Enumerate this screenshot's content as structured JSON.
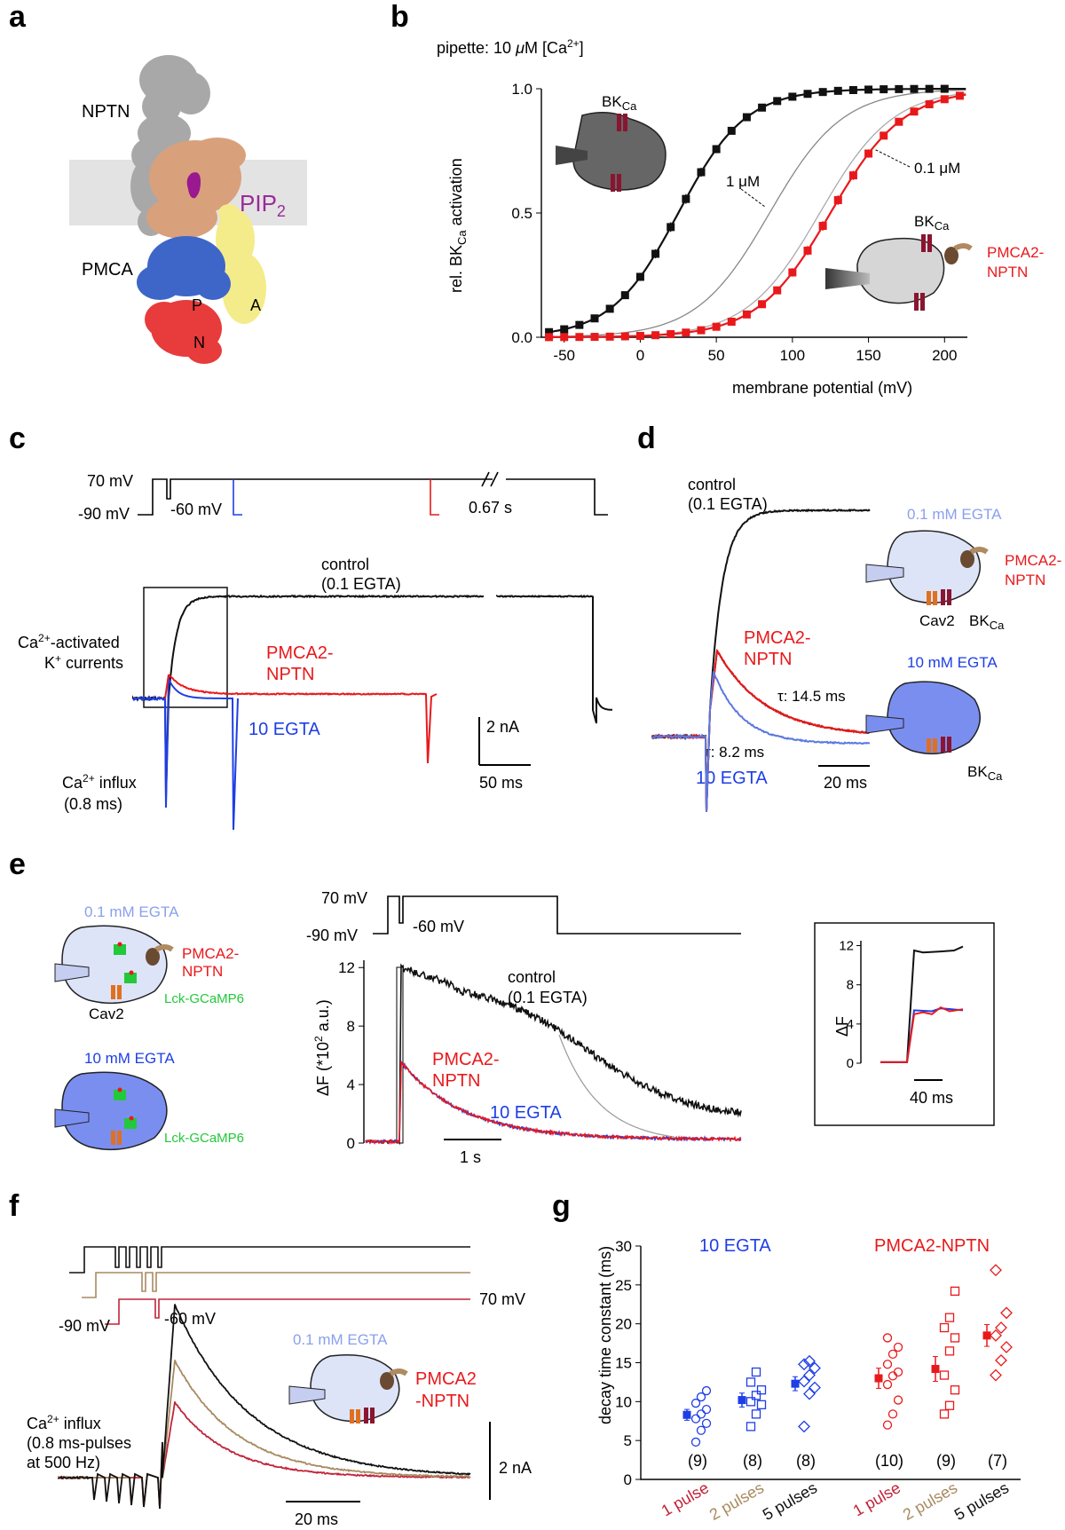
{
  "panels": {
    "a": "a",
    "b": "b",
    "c": "c",
    "d": "d",
    "e": "e",
    "f": "f",
    "g": "g"
  },
  "colors": {
    "black": "#111111",
    "red": "#e8191b",
    "blue": "#1e3ee6",
    "lightblue": "#7a8ef0",
    "tan": "#a88a60",
    "darkred": "#c0243a",
    "grey": "#888888",
    "green": "#22c93a"
  },
  "panel_a": {
    "nptn": "NPTN",
    "pip2": "PIP",
    "pip2_sub": "2",
    "pmca": "PMCA",
    "p": "P",
    "a": "A",
    "n": "N"
  },
  "panel_b": {
    "title_pre": "pipette: 10 ",
    "title_mu": "μ",
    "title_post": "M [Ca",
    "title_sup": "2+",
    "title_end": "]",
    "bkca_label": "BK",
    "bkca_sub": "Ca",
    "label_1um": "1 μM",
    "label_01um": "0.1 μM",
    "pmca_line1": "PMCA2-",
    "pmca_line2": "NPTN",
    "ylabel": "rel. BK",
    "ylabel_sub": "Ca",
    "ylabel_end": " activation",
    "xlabel": "membrane potential (mV)"
  },
  "panel_c": {
    "v70": "70 mV",
    "vm90": "-90 mV",
    "vm60": "-60 mV",
    "dur": "0.67 s",
    "control1": "control",
    "control2": "(0.1 EGTA)",
    "ca_act1": "Ca",
    "ca_act_sup": "2+",
    "ca_act2": "-activated",
    "k_cur1": "K",
    "k_cur_sup": "+",
    "k_cur2": " currents",
    "pmca1": "PMCA2-",
    "pmca2": "NPTN",
    "egta10": "10 EGTA",
    "influx1": "Ca",
    "influx_sup": "2+",
    "influx2": " influx",
    "influx3": "(0.8 ms)",
    "scale_y": "2 nA",
    "scale_x": "50 ms"
  },
  "panel_d": {
    "control1": "control",
    "control2": "(0.1 EGTA)",
    "pmca1": "PMCA2-",
    "pmca2": "NPTN",
    "tau1": "τ: 14.5 ms",
    "tau2": "τ: 8.2 ms",
    "egta10": "10 EGTA",
    "scale_x": "20 ms",
    "egta01": "0.1 mM EGTA",
    "egta10mm": "10 mM EGTA",
    "pmca_cell1": "PMCA2-",
    "pmca_cell2": "NPTN",
    "cav2": "Cav2",
    "bkca": "BK",
    "bkca_sub": "Ca"
  },
  "panel_e": {
    "egta01": "0.1 mM EGTA",
    "egta10mm": "10 mM EGTA",
    "pmca1": "PMCA2-",
    "pmca2": "NPTN",
    "cav2": "Cav2",
    "gcamp": "Lck-GCaMP6",
    "v70": "70 mV",
    "vm90": "-90 mV",
    "vm60": "-60 mV",
    "control1": "control",
    "control2": "(0.1 EGTA)",
    "tr_pmca1": "PMCA2-",
    "tr_pmca2": "NPTN",
    "egta10": "10 EGTA",
    "ylabel": "ΔF (*10",
    "ylabel_sup": "2",
    "ylabel_end": " a.u.)",
    "scale_x": "1 s",
    "yticks": [
      "0",
      "4",
      "8",
      "12"
    ],
    "inset_ylabel": "ΔF",
    "inset_yticks": [
      "0",
      "4",
      "8",
      "12"
    ],
    "inset_scale": "40 ms"
  },
  "panel_f": {
    "v70": "70 mV",
    "vm90": "-90 mV",
    "vm60": "-60 mV",
    "egta01": "0.1 mM EGTA",
    "pmca1": "PMCA2",
    "pmca2": "-NPTN",
    "influx1": "Ca",
    "influx_sup": "2+",
    "influx2": " influx",
    "influx3": "(0.8 ms-pulses",
    "influx4": "at 500 Hz)",
    "scale_y": "2 nA",
    "scale_x": "20 ms"
  },
  "panel_g": {
    "egta10": "10 EGTA",
    "pmca": "PMCA2-NPTN",
    "ylabel": "decay time constant (ms)",
    "xlabels": [
      "1 pulse",
      "2 pulses",
      "5 pulses",
      "1 pulse",
      "2 pulses",
      "5 pulses"
    ]
  },
  "chart_data": [
    {
      "type": "line",
      "xlabel": "membrane potential (mV)",
      "ylabel": "rel. BKCa activation",
      "xlim": [
        -65,
        215
      ],
      "ylim": [
        0,
        1
      ],
      "xticks": [
        -50,
        0,
        50,
        100,
        150,
        200
      ],
      "yticks": [
        0.0,
        0.5,
        1.0
      ],
      "series": [
        {
          "name": "BKCa",
          "v50": 25,
          "slope": 22,
          "x": [
            -60,
            -50,
            -40,
            -30,
            -20,
            -10,
            0,
            10,
            20,
            30,
            40,
            50,
            60,
            70,
            80,
            90,
            100,
            110,
            120,
            130,
            140,
            150,
            160,
            170,
            180,
            190,
            200
          ]
        },
        {
          "name": "PMCA2-NPTN",
          "v50": 125,
          "slope": 24,
          "x": [
            -60,
            -50,
            -40,
            -30,
            -20,
            -10,
            0,
            10,
            20,
            30,
            40,
            50,
            60,
            70,
            80,
            90,
            100,
            110,
            120,
            130,
            140,
            150,
            160,
            170,
            180,
            190,
            200,
            210
          ]
        },
        {
          "name": "1 μM",
          "v50": 85,
          "slope": 24
        },
        {
          "name": "0.1 μM",
          "v50": 118,
          "slope": 24
        }
      ]
    },
    {
      "type": "scatter",
      "ylabel": "decay time constant (ms)",
      "ylim": [
        0,
        30
      ],
      "yticks": [
        0,
        5,
        10,
        15,
        20,
        25,
        30
      ],
      "categories": [
        "1 pulse",
        "2 pulses",
        "5 pulses",
        "1 pulse",
        "2 pulses",
        "5 pulses"
      ],
      "groups": [
        {
          "condition": "10 EGTA",
          "n": 9,
          "mean": 8.3,
          "sem": 0.7,
          "points": [
            4.8,
            6.3,
            7.2,
            7.8,
            8.4,
            9.0,
            9.8,
            10.6,
            11.4
          ]
        },
        {
          "condition": "10 EGTA",
          "n": 8,
          "mean": 10.2,
          "sem": 0.9,
          "points": [
            6.8,
            8.4,
            9.6,
            10.0,
            10.8,
            11.5,
            12.5,
            13.8
          ]
        },
        {
          "condition": "10 EGTA",
          "n": 8,
          "mean": 12.3,
          "sem": 0.9,
          "points": [
            6.8,
            11.0,
            11.8,
            12.6,
            13.4,
            14.3,
            14.8,
            15.2
          ]
        },
        {
          "condition": "PMCA2-NPTN",
          "n": 10,
          "mean": 13.0,
          "sem": 1.3,
          "points": [
            7.0,
            8.4,
            10.2,
            12.2,
            13.3,
            13.8,
            14.8,
            16.1,
            17.0,
            18.2
          ]
        },
        {
          "condition": "PMCA2-NPTN",
          "n": 9,
          "mean": 14.2,
          "sem": 1.6,
          "points": [
            8.4,
            9.5,
            11.5,
            13.4,
            16.5,
            18.2,
            19.5,
            20.8,
            24.2
          ]
        },
        {
          "condition": "PMCA2-NPTN",
          "n": 7,
          "mean": 18.5,
          "sem": 1.4,
          "points": [
            13.4,
            15.3,
            17.0,
            18.5,
            19.5,
            21.4,
            26.9
          ]
        }
      ],
      "counts": [
        "(9)",
        "(8)",
        "(8)",
        "(10)",
        "(9)",
        "(7)"
      ]
    },
    {
      "type": "line",
      "ylabel": "ΔF (*10^2 a.u.)",
      "ylim": [
        0,
        12.5
      ],
      "yticks": [
        0,
        4,
        8,
        12
      ],
      "series": [
        {
          "name": "control (0.1 EGTA)"
        },
        {
          "name": "PMCA2-NPTN"
        },
        {
          "name": "10 EGTA"
        }
      ]
    }
  ]
}
